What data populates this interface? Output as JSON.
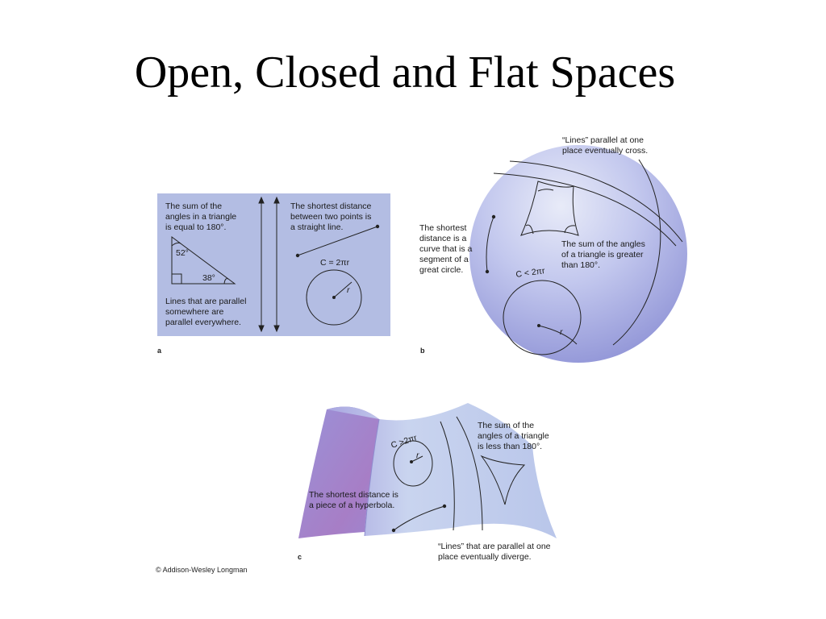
{
  "slide": {
    "title": "Open, Closed and Flat Spaces",
    "copyright": "© Addison-Wesley Longman"
  },
  "panel_a": {
    "letter": "a",
    "triangle_text": [
      "The sum of the",
      "angles in a triangle",
      "is equal to 180°."
    ],
    "angle_top": "52°",
    "angle_bottom": "38°",
    "parallel_text": [
      "Lines that are parallel",
      "somewhere are",
      "parallel everywhere."
    ],
    "distance_text": [
      "The shortest distance",
      "between two points is",
      "a straight line."
    ],
    "circumference": "C = 2πr",
    "radius": "r",
    "background": "#b3bde3"
  },
  "panel_b": {
    "letter": "b",
    "lines_text": [
      "“Lines” parallel at one",
      "place eventually cross."
    ],
    "distance_text": [
      "The shortest",
      "distance is a",
      "curve that is a",
      "segment of a",
      "great circle."
    ],
    "triangle_text": [
      "The sum of the angles",
      "of a triangle is greater",
      "than 180°."
    ],
    "circumference": "C < 2πr",
    "radius": "r"
  },
  "panel_c": {
    "letter": "c",
    "triangle_text": [
      "The sum of the",
      "angles of a triangle",
      "is less than 180°."
    ],
    "distance_text": [
      "The shortest distance is",
      "a piece of a hyperbola."
    ],
    "lines_text": [
      "“Lines” that are parallel at one",
      "place eventually diverge."
    ],
    "circumference": "C >2πr",
    "radius": "r"
  }
}
